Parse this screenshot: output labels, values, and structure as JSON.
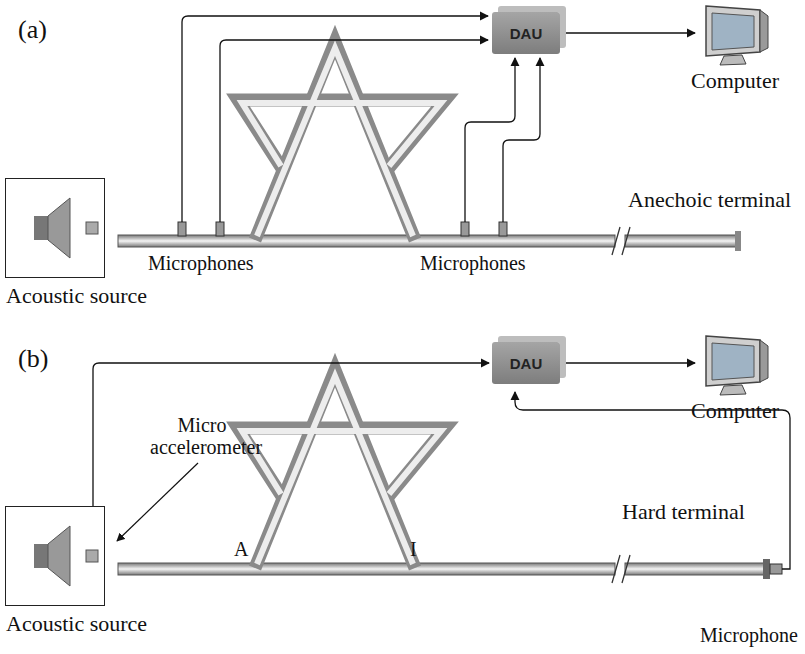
{
  "diagram": {
    "nodes": [
      {
        "text": [
          "DAU"
        ]
      },
      {
        "text": [
          "Computer"
        ]
      },
      {
        "text": [
          "Acoustic source"
        ]
      },
      {
        "text": [
          "DAU"
        ]
      },
      {
        "text": [
          "Computer"
        ]
      },
      {
        "text": [
          "Acoustic source"
        ]
      }
    ],
    "edges": [
      {
        "from": 0,
        "to": 1,
        "arrow": "to"
      },
      {
        "from": 3,
        "to": 4,
        "arrow": "to"
      },
      {
        "from": 5,
        "to": 3,
        "arrow": "to"
      }
    ],
    "labels": [
      "(a)",
      "Microphones",
      "Microphones",
      "Anechoic terminal",
      "(b)",
      "Micro accelerometer",
      "A",
      "I",
      "Hard terminal",
      "Microphone"
    ]
  }
}
